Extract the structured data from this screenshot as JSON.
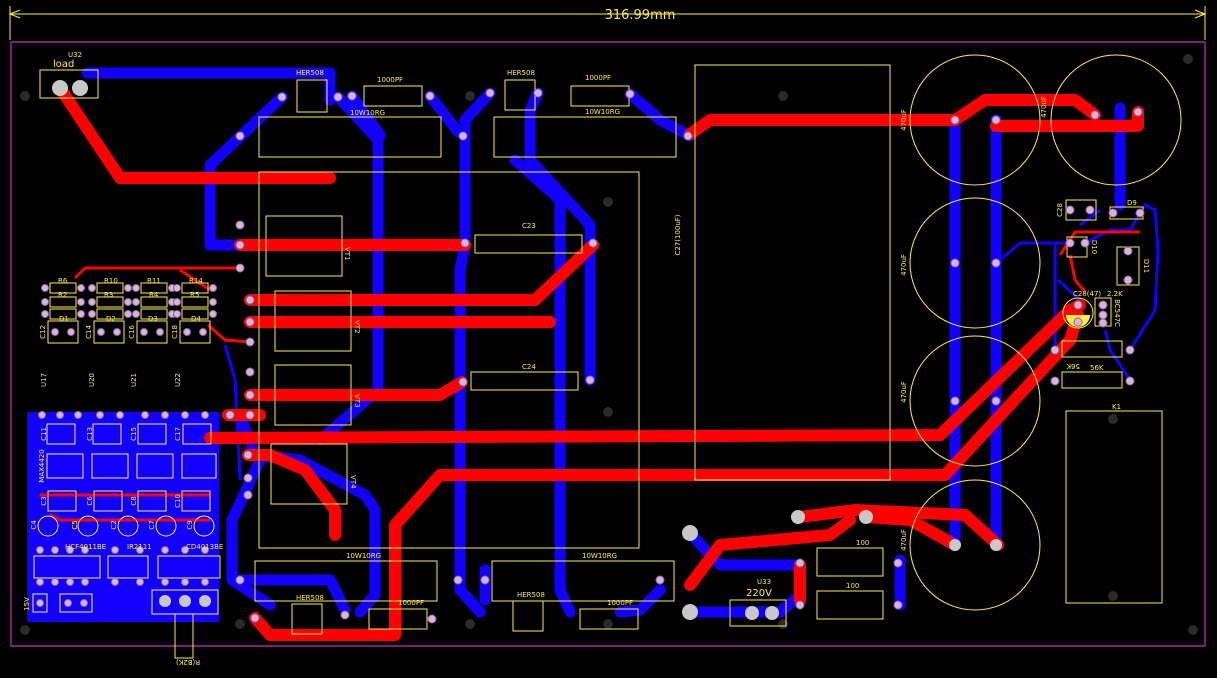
{
  "dimension": "316.99mm",
  "colors": {
    "background": "#000000",
    "outline": "#cc33cc",
    "silk": "#ffee44",
    "top_copper": "#ff0000",
    "bottom_copper": "#1100ff",
    "pad": "#c8c8c8",
    "hole": "#2a2a2a"
  },
  "connectors": {
    "load_ref": "U32",
    "load_label": "load",
    "mains_ref": "U33",
    "mains_label": "220V",
    "supply_label": "15V",
    "pot_label": "R(B2K)"
  },
  "parts": {
    "her508": "HER508",
    "cap_1000pf": "1000PF",
    "res_10w": "10W10RG",
    "c23": "C23",
    "c24": "C24",
    "c27": "C27(100uF)",
    "bulk_cap": "470uF",
    "vt1": "VT1",
    "vt2": "VT2",
    "vt3": "VT3",
    "vt4": "VT4",
    "r100": "100",
    "c28": "C28",
    "c28_47": "C28(47)",
    "d9": "D9",
    "d10": "D10",
    "d11": "D11",
    "r2k2": "2.2K",
    "bc547": "BC547C",
    "r56k": "56K",
    "k1": "K1",
    "r6": "R6",
    "r2": "R2",
    "r10": "R10",
    "r3": "R3",
    "r11": "R11",
    "r4": "R4",
    "r14": "R14",
    "r5": "R5",
    "d1": "D1",
    "d2": "D2",
    "d3": "D3",
    "d4": "D4",
    "c12": "C12",
    "c14": "C14",
    "c16": "C16",
    "c18": "C18",
    "u17": "U17",
    "u20": "U20",
    "u21": "U21",
    "u22": "U22",
    "c11": "C11",
    "c13": "C13",
    "c15": "C15",
    "c17": "C17",
    "max4420": "MAX4420",
    "c3": "C3",
    "c6": "C6",
    "c8": "C8",
    "c10": "C10",
    "c4": "C4",
    "c5": "C5",
    "c2": "C2",
    "c7": "C7",
    "c9": "C9",
    "hcf4011": "HCF4011BE",
    "ir2111": "IR2111",
    "cd4013": "CD4013BE"
  }
}
